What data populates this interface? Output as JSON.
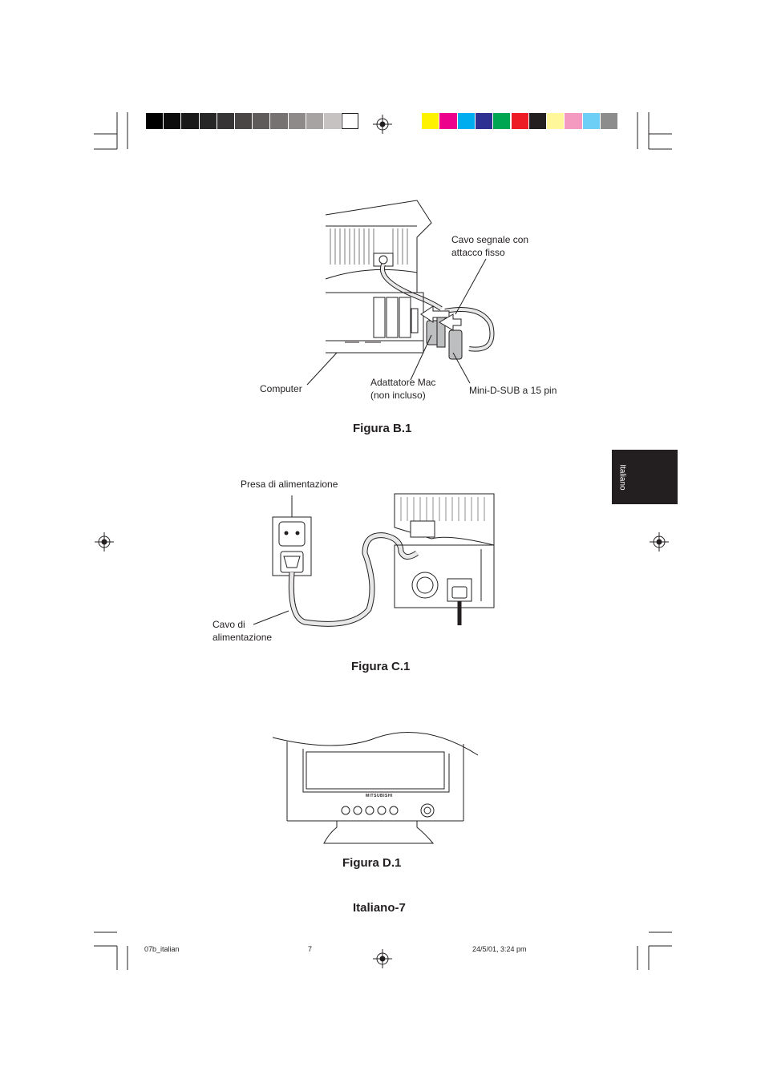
{
  "labels": {
    "figB": {
      "signal_cable": [
        "Cavo segnale con",
        "attacco fisso"
      ],
      "computer": "Computer",
      "mac_adapter": [
        "Adattatore Mac",
        "(non incluso)"
      ],
      "mini_dsub": "Mini-D-SUB a 15 pin"
    },
    "figC": {
      "outlet": "Presa di alimentazione",
      "power_cable": [
        "Cavo di",
        "alimentazione"
      ]
    },
    "figD": {
      "brand": "MITSUBISHI"
    }
  },
  "captions": {
    "b1": "Figura B.1",
    "c1": "Figura C.1",
    "d1": "Figura D.1"
  },
  "page_label": "Italiano-7",
  "side_tab": "Italiano",
  "footer": {
    "file": "07b_italian",
    "page": "7",
    "timestamp": "24/5/01, 3:24 pm"
  },
  "color_bar": {
    "gray": [
      "#000000",
      "#0c0c0c",
      "#1a1a1a",
      "#262626",
      "#363434",
      "#4a4646",
      "#5f5b5b",
      "#767272",
      "#8e8a8a",
      "#a8a3a3",
      "#c6c2c2",
      "#ffffff"
    ],
    "color": [
      "#fff200",
      "#ec008c",
      "#00aeef",
      "#2e3192",
      "#00a651",
      "#ed1c24",
      "#231f20",
      "#fff799",
      "#f49ac1",
      "#6dcff6",
      "#8c8c8c"
    ]
  }
}
